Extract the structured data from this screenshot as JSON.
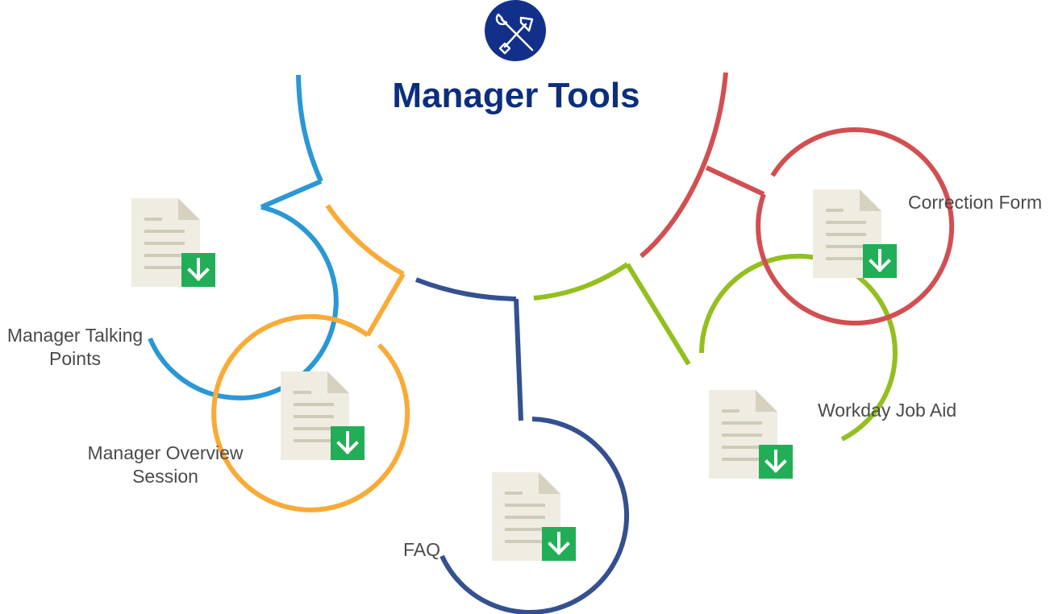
{
  "title": "Manager Tools",
  "hub_icon": "tools-icon",
  "colors": {
    "title": "#0c2e7e",
    "hub_fill": "#12308a",
    "doc_page": "#efede2",
    "doc_fold": "#d6d2bf",
    "doc_lines": "#cfcbb8",
    "download": "#22ae57",
    "label_text": "#4a4a4a"
  },
  "nodes": [
    {
      "id": "manager-talking-points",
      "label": "Manager Talking\nPoints",
      "color": "#2a97d6",
      "icon": "document-download-icon"
    },
    {
      "id": "manager-overview-session",
      "label": "Manager Overview\nSession",
      "color": "#f9ab37",
      "icon": "document-download-icon"
    },
    {
      "id": "faq",
      "label": "FAQ",
      "color": "#34508f",
      "icon": "document-download-icon"
    },
    {
      "id": "workday-job-aid",
      "label": "Workday Job Aid",
      "color": "#93bf1f",
      "icon": "document-download-icon"
    },
    {
      "id": "correction-form",
      "label": "Correction Form",
      "color": "#d14f52",
      "icon": "document-download-icon"
    }
  ]
}
